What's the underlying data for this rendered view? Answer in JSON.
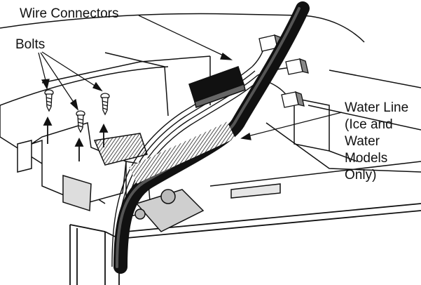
{
  "labels": {
    "wire_connectors": "Wire Connectors",
    "bolts": "Bolts",
    "water_line": {
      "lines": [
        "Water Line",
        "(Ice and",
        "Water",
        "Models",
        "Only)"
      ]
    }
  },
  "colors": {
    "ink": "#111111",
    "background": "#ffffff",
    "shade": "#9a9a9a"
  }
}
